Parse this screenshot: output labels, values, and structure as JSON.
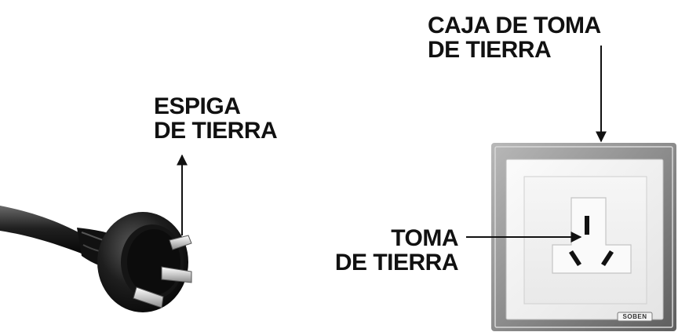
{
  "labels": {
    "ground_pin": [
      "ESPIGA",
      "DE TIERRA"
    ],
    "ground_box": [
      "CAJA DE TOMA",
      "DE TIERRA"
    ],
    "ground_socket": [
      "TOMA",
      "DE TIERRA"
    ]
  },
  "outlet": {
    "brand": "SOBEN"
  },
  "colors": {
    "text": "#111111",
    "plug_body": "#1a1a1a",
    "frame": "#8a8a8a",
    "plate": "#f2f2f2"
  }
}
